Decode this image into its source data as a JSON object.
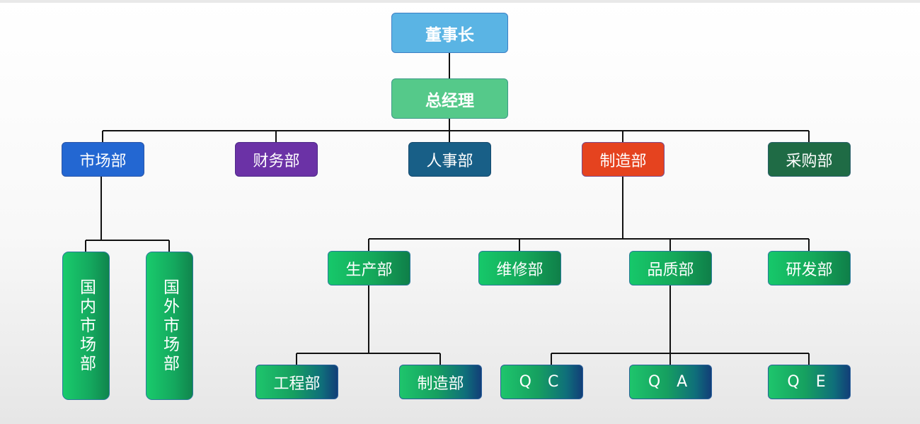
{
  "org_chart": {
    "chairman": "董事长",
    "general_manager": "总经理",
    "departments": {
      "marketing": "市场部",
      "finance": "财务部",
      "hr": "人事部",
      "manufacturing": "制造部",
      "procurement": "采购部"
    },
    "marketing_subs": {
      "domestic": "国内市场部",
      "overseas": "国外市场部"
    },
    "manufacturing_subs": {
      "production": "生产部",
      "maintenance": "维修部",
      "quality": "品质部",
      "rnd": "研发部"
    },
    "production_subs": {
      "engineering": "工程部",
      "manufacturing": "制造部"
    },
    "quality_subs": {
      "qc": "Q C",
      "qa": "Q A",
      "qe": "Q E"
    }
  },
  "colors": {
    "chairman": "#5ab4e4",
    "general_manager": "#55c98a",
    "marketing": "#2367d2",
    "finance": "#6b32a6",
    "hr": "#185f87",
    "manufacturing": "#e5431f",
    "procurement": "#1f6b45",
    "connector": "#111111"
  }
}
